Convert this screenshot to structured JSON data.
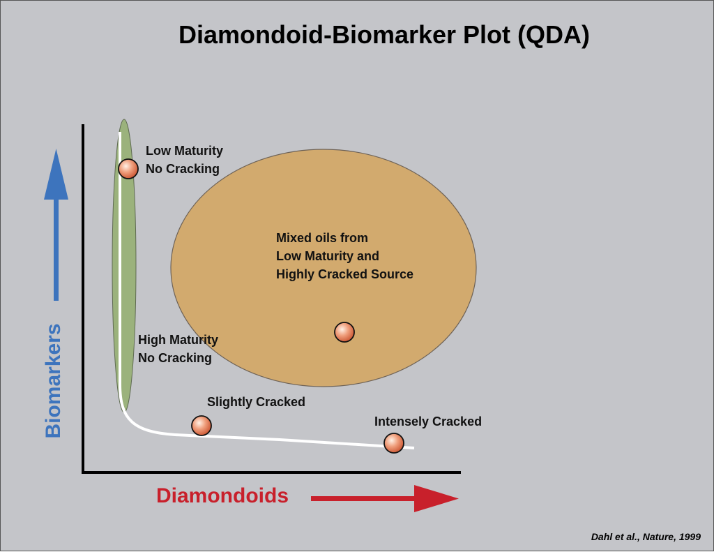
{
  "title": "Diamondoid-Biomarker Plot (QDA)",
  "x_axis_label": "Diamondoids",
  "y_axis_label": "Biomarkers",
  "labels": {
    "low_maturity_1": "Low Maturity",
    "low_maturity_2": "No Cracking",
    "high_maturity_1": "High Maturity",
    "high_maturity_2": "No Cracking",
    "mixed_1": "Mixed oils from",
    "mixed_2": "Low Maturity and",
    "mixed_3": "Highly Cracked Source",
    "slightly_cracked": "Slightly Cracked",
    "intensely_cracked": "Intensely Cracked"
  },
  "citation": "Dahl et al., Nature, 1999",
  "colors": {
    "background": "#c4c5c9",
    "green_zone": "#9bb27c",
    "mixed_zone": "#d2aa6e",
    "x_arrow": "#c8202b",
    "y_arrow": "#3d74bd",
    "curve": "#ffffff"
  }
}
